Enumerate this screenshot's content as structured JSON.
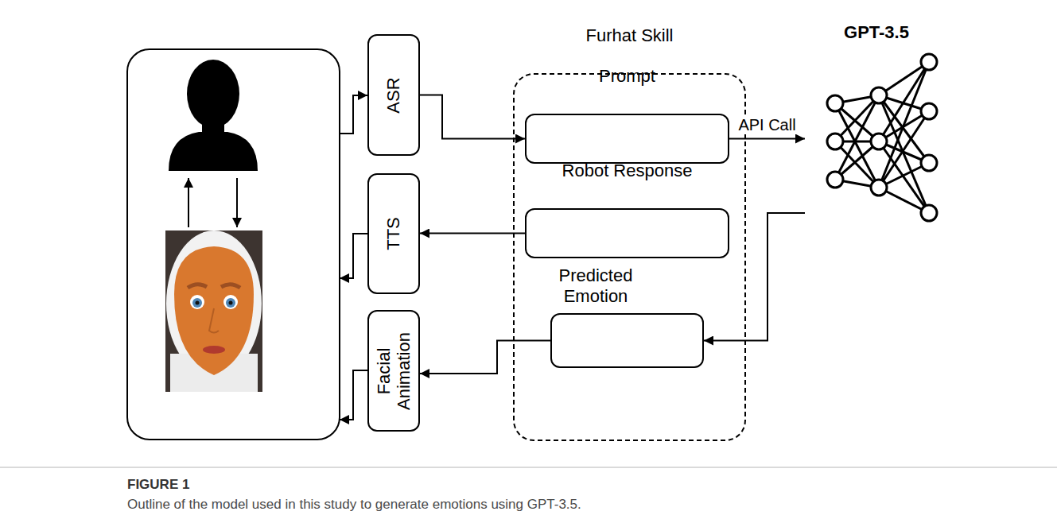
{
  "diagram": {
    "caption": "Outline of the model used in this study to generate emotions using GPT-3.5.",
    "nodes": [
      {
        "text": [
          "ASR"
        ]
      },
      {
        "text": [
          "TTS"
        ]
      },
      {
        "text": [
          "Facial Animation"
        ]
      },
      {
        "text": [
          "Furhat Skill"
        ]
      },
      {
        "text": [
          "Prompt"
        ],
        "in": 3
      },
      {
        "text": [
          "Robot Response"
        ],
        "in": 3
      },
      {
        "text": [
          "Predicted Emotion"
        ],
        "in": 3
      },
      {
        "text": [
          "GPT-3.5"
        ]
      }
    ],
    "edges": [
      {
        "from": 0,
        "to": 4,
        "arrow": "to"
      },
      {
        "from": 5,
        "to": 1,
        "arrow": "to"
      },
      {
        "from": 6,
        "to": 2,
        "arrow": "to"
      },
      {
        "from": 4,
        "to": 7,
        "label": "API Call",
        "arrow": "to"
      },
      {
        "from": 7,
        "to": 6,
        "arrow": "to"
      }
    ],
    "labels": [
      "FIGURE 1"
    ]
  }
}
